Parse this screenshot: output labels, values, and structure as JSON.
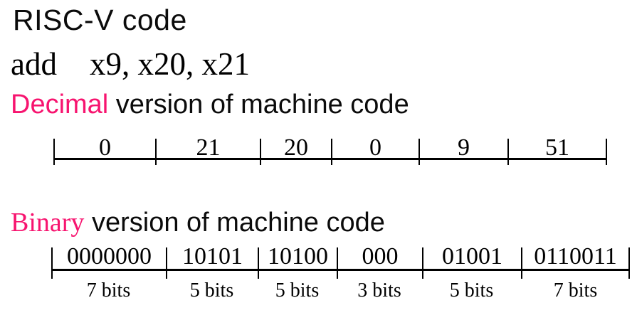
{
  "title": "RISC-V code",
  "assembly": {
    "mnemonic": "add",
    "operands": "x9, x20, x21"
  },
  "decimal": {
    "highlight": "Decimal",
    "rest": " version of machine code",
    "fields": [
      "0",
      "21",
      "20",
      "0",
      "9",
      "51"
    ]
  },
  "binary": {
    "highlight": "Binary",
    "rest": " version of machine code",
    "fields": [
      "0000000",
      "10101",
      "10100",
      "000",
      "01001",
      "0110011"
    ],
    "bit_widths": [
      "7 bits",
      "5 bits",
      "5 bits",
      "3 bits",
      "5 bits",
      "7 bits"
    ]
  },
  "colors": {
    "highlight_pink": "#f7146f",
    "text_black": "#0b0b0b"
  }
}
